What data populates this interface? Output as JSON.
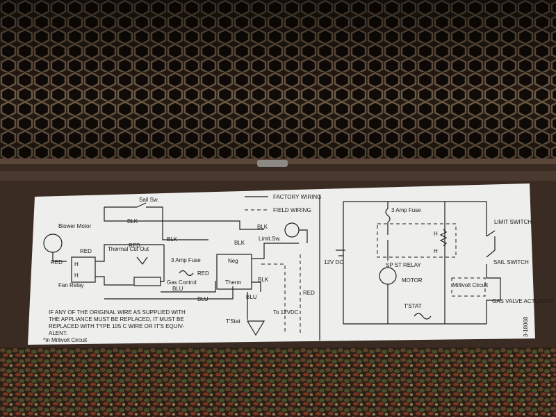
{
  "label": {
    "factory_wiring": "FACTORY WIRING",
    "field_wiring": "FIELD WIRING",
    "sail_sw": "Sail Sw.",
    "blower_motor": "Blower Motor",
    "red": "RED",
    "blk": "BLK",
    "blu": "BLU",
    "thermal_cut_out": "Thermal Cut Out",
    "fan_relay": "Fan Relay",
    "three_amp_fuse": "3 Amp Fuse",
    "gas_control": "Gas Control",
    "neg": "Neg",
    "therm": "Therm",
    "limit_sw": "Limit.Sw.",
    "tstat": "T'Stat",
    "to_12vdc": "To 12VDC",
    "h": "H",
    "warning_line1": "IF ANY OF THE ORIGINAL WIRE AS SUPPLIED WITH",
    "warning_line2": "THE APPLIANCE MUST BE REPLACED, IT MUST BE",
    "warning_line3": "REPLACED WITH TYPE 105 C WIRE OR IT'S EQUIV-",
    "warning_line4": "ALENT.",
    "footnote": "*In Millivolt Circuit",
    "v12_dc": "12V DC",
    "three_amp_fuse_right": "3 Amp Fuse",
    "spst_relay": "SP ST RELAY",
    "motor": "MOTOR",
    "tstat_right": "T'STAT",
    "limit_switch": "LIMIT SWITCH",
    "sail_switch": "SAIL SWITCH",
    "millivolt_circuit": "Millivolt Circuit",
    "gas_valve_actuator": "GAS VALVE ACTUATOR",
    "part_number": "3-18068"
  },
  "colors": {
    "label_paper": "#eeeeec",
    "ink": "#1d1d1d",
    "grille_metal": "#6f5a44",
    "frame": "#3a2c22"
  }
}
